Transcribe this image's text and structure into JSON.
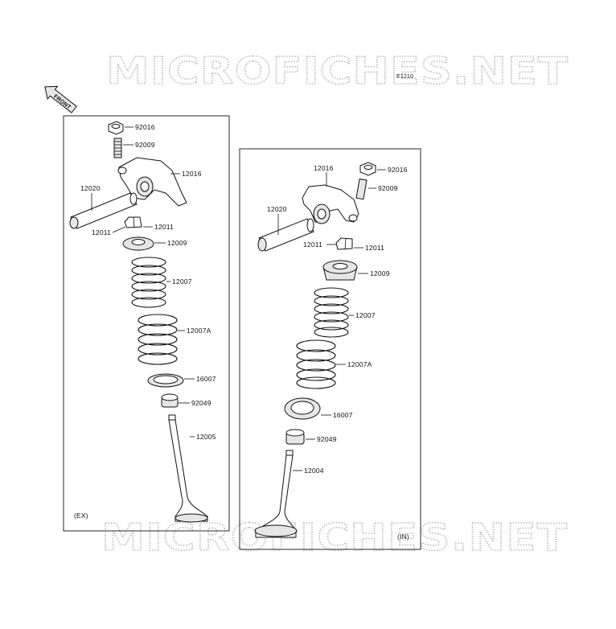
{
  "watermark": "MICROFICHES.NET",
  "diagram_code": "E1210",
  "front_label": "FRONT",
  "exhaust": {
    "label": "(EX)",
    "parts": {
      "nut": "92016",
      "adjuster": "92009",
      "rocker_arm": "12016",
      "shaft": "12020",
      "keeper": "12011",
      "retainer": "12009",
      "spring_inner": "12007",
      "spring_outer": "12007A",
      "spring_seat": "16007",
      "seal": "92049",
      "valve": "12005"
    }
  },
  "intake": {
    "label": "(IN)",
    "parts": {
      "rocker_arm": "12016",
      "nut": "92016",
      "adjuster": "92009",
      "shaft": "12020",
      "keeper_a": "12011",
      "keeper_b": "12011",
      "retainer": "12009",
      "spring_inner": "12007",
      "spring_outer": "12007A",
      "spring_seat": "16007",
      "seal": "92049",
      "valve": "12004"
    }
  }
}
